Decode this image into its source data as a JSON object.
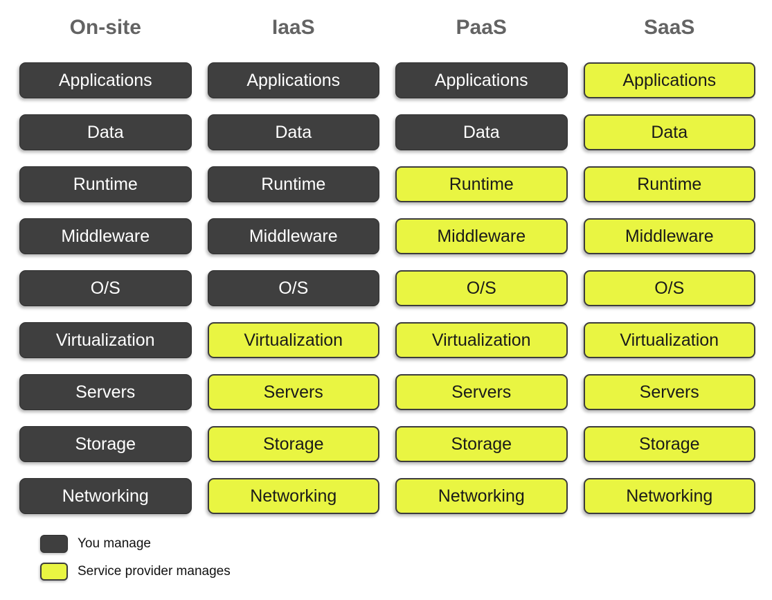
{
  "colors": {
    "dark_box": "#3f3f3f",
    "yellow_box": "#e9f542",
    "header_text": "#636363",
    "dark_box_text": "#ffffff",
    "yellow_box_text": "#1a1a1a",
    "box_border": "#3c3c3c"
  },
  "columns": [
    {
      "title": "On-site",
      "boxes": [
        {
          "label": "Applications",
          "managed": "you"
        },
        {
          "label": "Data",
          "managed": "you"
        },
        {
          "label": "Runtime",
          "managed": "you"
        },
        {
          "label": "Middleware",
          "managed": "you"
        },
        {
          "label": "O/S",
          "managed": "you"
        },
        {
          "label": "Virtualization",
          "managed": "you"
        },
        {
          "label": "Servers",
          "managed": "you"
        },
        {
          "label": "Storage",
          "managed": "you"
        },
        {
          "label": "Networking",
          "managed": "you"
        }
      ]
    },
    {
      "title": "IaaS",
      "boxes": [
        {
          "label": "Applications",
          "managed": "you"
        },
        {
          "label": "Data",
          "managed": "you"
        },
        {
          "label": "Runtime",
          "managed": "you"
        },
        {
          "label": "Middleware",
          "managed": "you"
        },
        {
          "label": "O/S",
          "managed": "you"
        },
        {
          "label": "Virtualization",
          "managed": "provider"
        },
        {
          "label": "Servers",
          "managed": "provider"
        },
        {
          "label": "Storage",
          "managed": "provider"
        },
        {
          "label": "Networking",
          "managed": "provider"
        }
      ]
    },
    {
      "title": "PaaS",
      "boxes": [
        {
          "label": "Applications",
          "managed": "you"
        },
        {
          "label": "Data",
          "managed": "you"
        },
        {
          "label": "Runtime",
          "managed": "provider"
        },
        {
          "label": "Middleware",
          "managed": "provider"
        },
        {
          "label": "O/S",
          "managed": "provider"
        },
        {
          "label": "Virtualization",
          "managed": "provider"
        },
        {
          "label": "Servers",
          "managed": "provider"
        },
        {
          "label": "Storage",
          "managed": "provider"
        },
        {
          "label": "Networking",
          "managed": "provider"
        }
      ]
    },
    {
      "title": "SaaS",
      "boxes": [
        {
          "label": "Applications",
          "managed": "provider"
        },
        {
          "label": "Data",
          "managed": "provider"
        },
        {
          "label": "Runtime",
          "managed": "provider"
        },
        {
          "label": "Middleware",
          "managed": "provider"
        },
        {
          "label": "O/S",
          "managed": "provider"
        },
        {
          "label": "Virtualization",
          "managed": "provider"
        },
        {
          "label": "Servers",
          "managed": "provider"
        },
        {
          "label": "Storage",
          "managed": "provider"
        },
        {
          "label": "Networking",
          "managed": "provider"
        }
      ]
    }
  ],
  "legend": [
    {
      "label": "You manage",
      "type": "you"
    },
    {
      "label": "Service provider manages",
      "type": "provider"
    }
  ]
}
